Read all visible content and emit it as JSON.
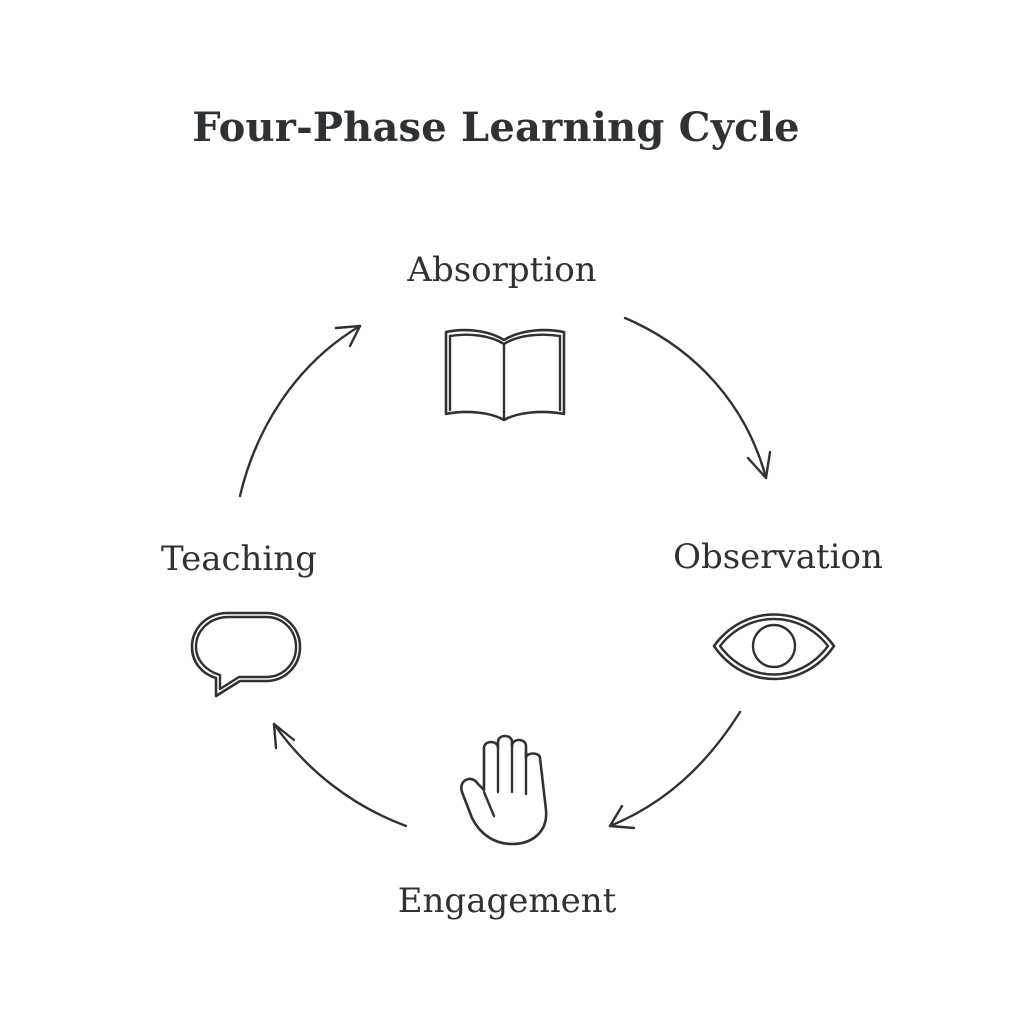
{
  "title": "Four-Phase Learning Cycle",
  "phases": [
    {
      "label": "Absorption",
      "icon": "book-icon"
    },
    {
      "label": "Observation",
      "icon": "eye-icon"
    },
    {
      "label": "Engagement",
      "icon": "raised-hand-icon"
    },
    {
      "label": "Teaching",
      "icon": "speech-bubble-icon"
    }
  ],
  "colors": {
    "ink": "#2f3235",
    "background": "#ffffff"
  }
}
